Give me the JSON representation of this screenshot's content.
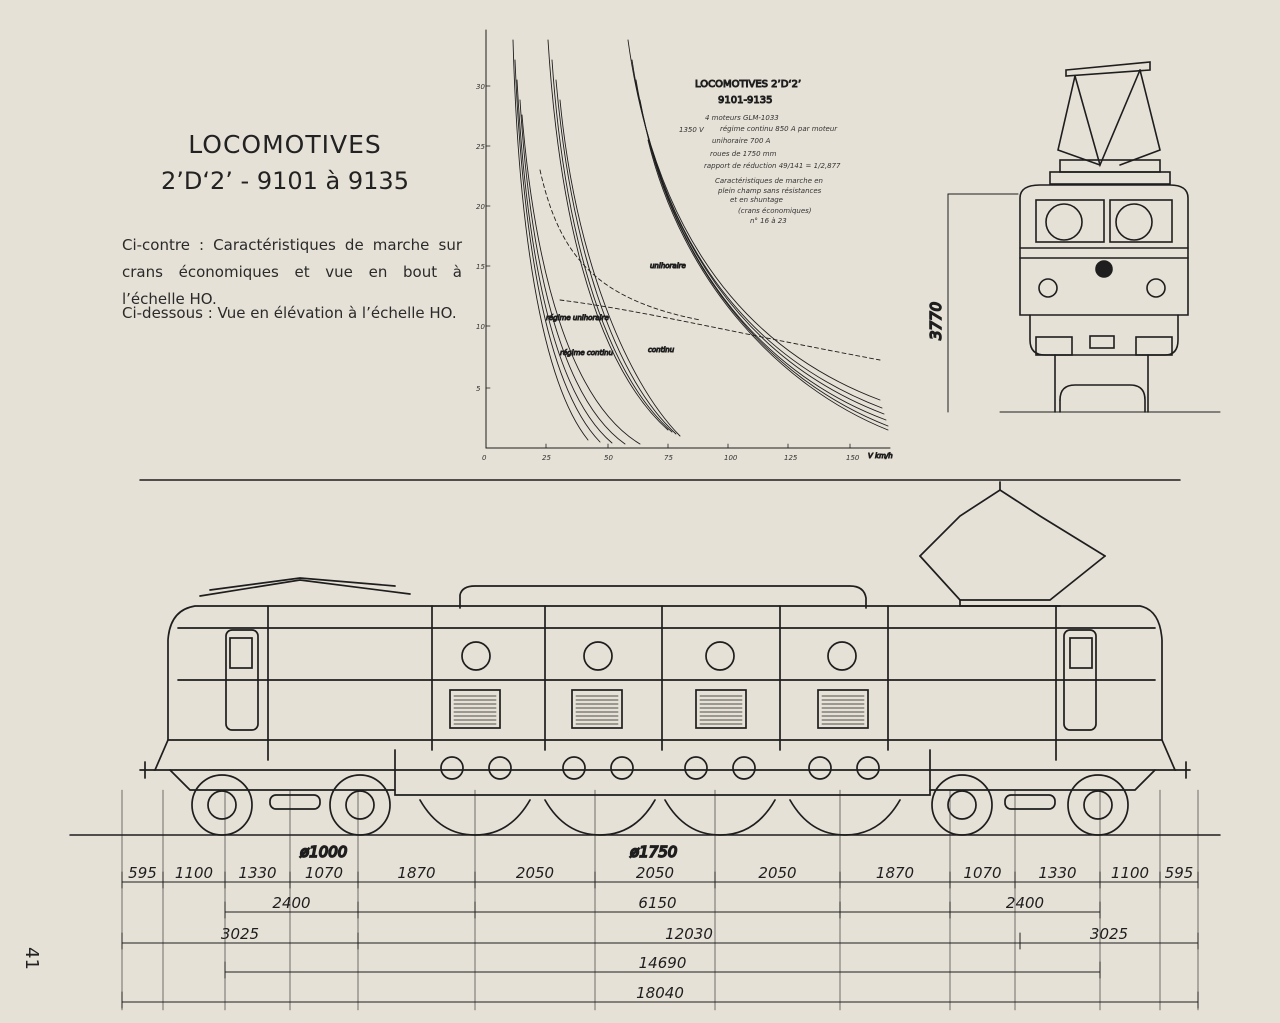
{
  "title": {
    "line1": "LOCOMOTIVES",
    "line2": "2’D‘2’ - 9101 à 9135"
  },
  "captions": {
    "top": "Ci-contre : Caractéristiques de marche sur crans économiques et vue en bout à l’échelle HO.",
    "bottom": "Ci-dessous : Vue en élévation à l’échelle HO."
  },
  "page_number": "41",
  "graph": {
    "title1": "LOCOMOTIVES 2’D‘2’",
    "title2": "9101-9135",
    "notes": [
      "4 moteurs GLM-1033",
      "régime continu 850 A   par moteur",
      "1350 V",
      "unihoraire 700 A",
      "roues de 1750 mm",
      "rapport de réduction 49/141 = 1/2,877",
      "Caractéristiques de marche en",
      "plein champ sans résistances",
      "et en shuntage",
      "(crans économiques)",
      "n° 16 à 23"
    ],
    "curve_labels": [
      "unihoraire",
      "régime unihoraire",
      "régime continu",
      "continu"
    ],
    "x_ticks": [
      "0",
      "25",
      "50",
      "75",
      "100",
      "125",
      "150"
    ],
    "x_unit": "V km/h",
    "y_ticks": [
      "5",
      "10",
      "15",
      "20",
      "25",
      "30"
    ]
  },
  "end_view": {
    "height": "3770"
  },
  "elevation": {
    "wheel_small": "ø1000",
    "wheel_large": "ø1750",
    "row1": [
      "595",
      "1100",
      "1330",
      "1070",
      "1870",
      "2050",
      "2050",
      "2050",
      "1870",
      "1070",
      "1330",
      "1100",
      "595"
    ],
    "row2": [
      "2400",
      "6150",
      "2400"
    ],
    "row3": [
      "3025",
      "12030",
      "3025"
    ],
    "row4": [
      "14690"
    ],
    "row5": [
      "18040"
    ]
  }
}
